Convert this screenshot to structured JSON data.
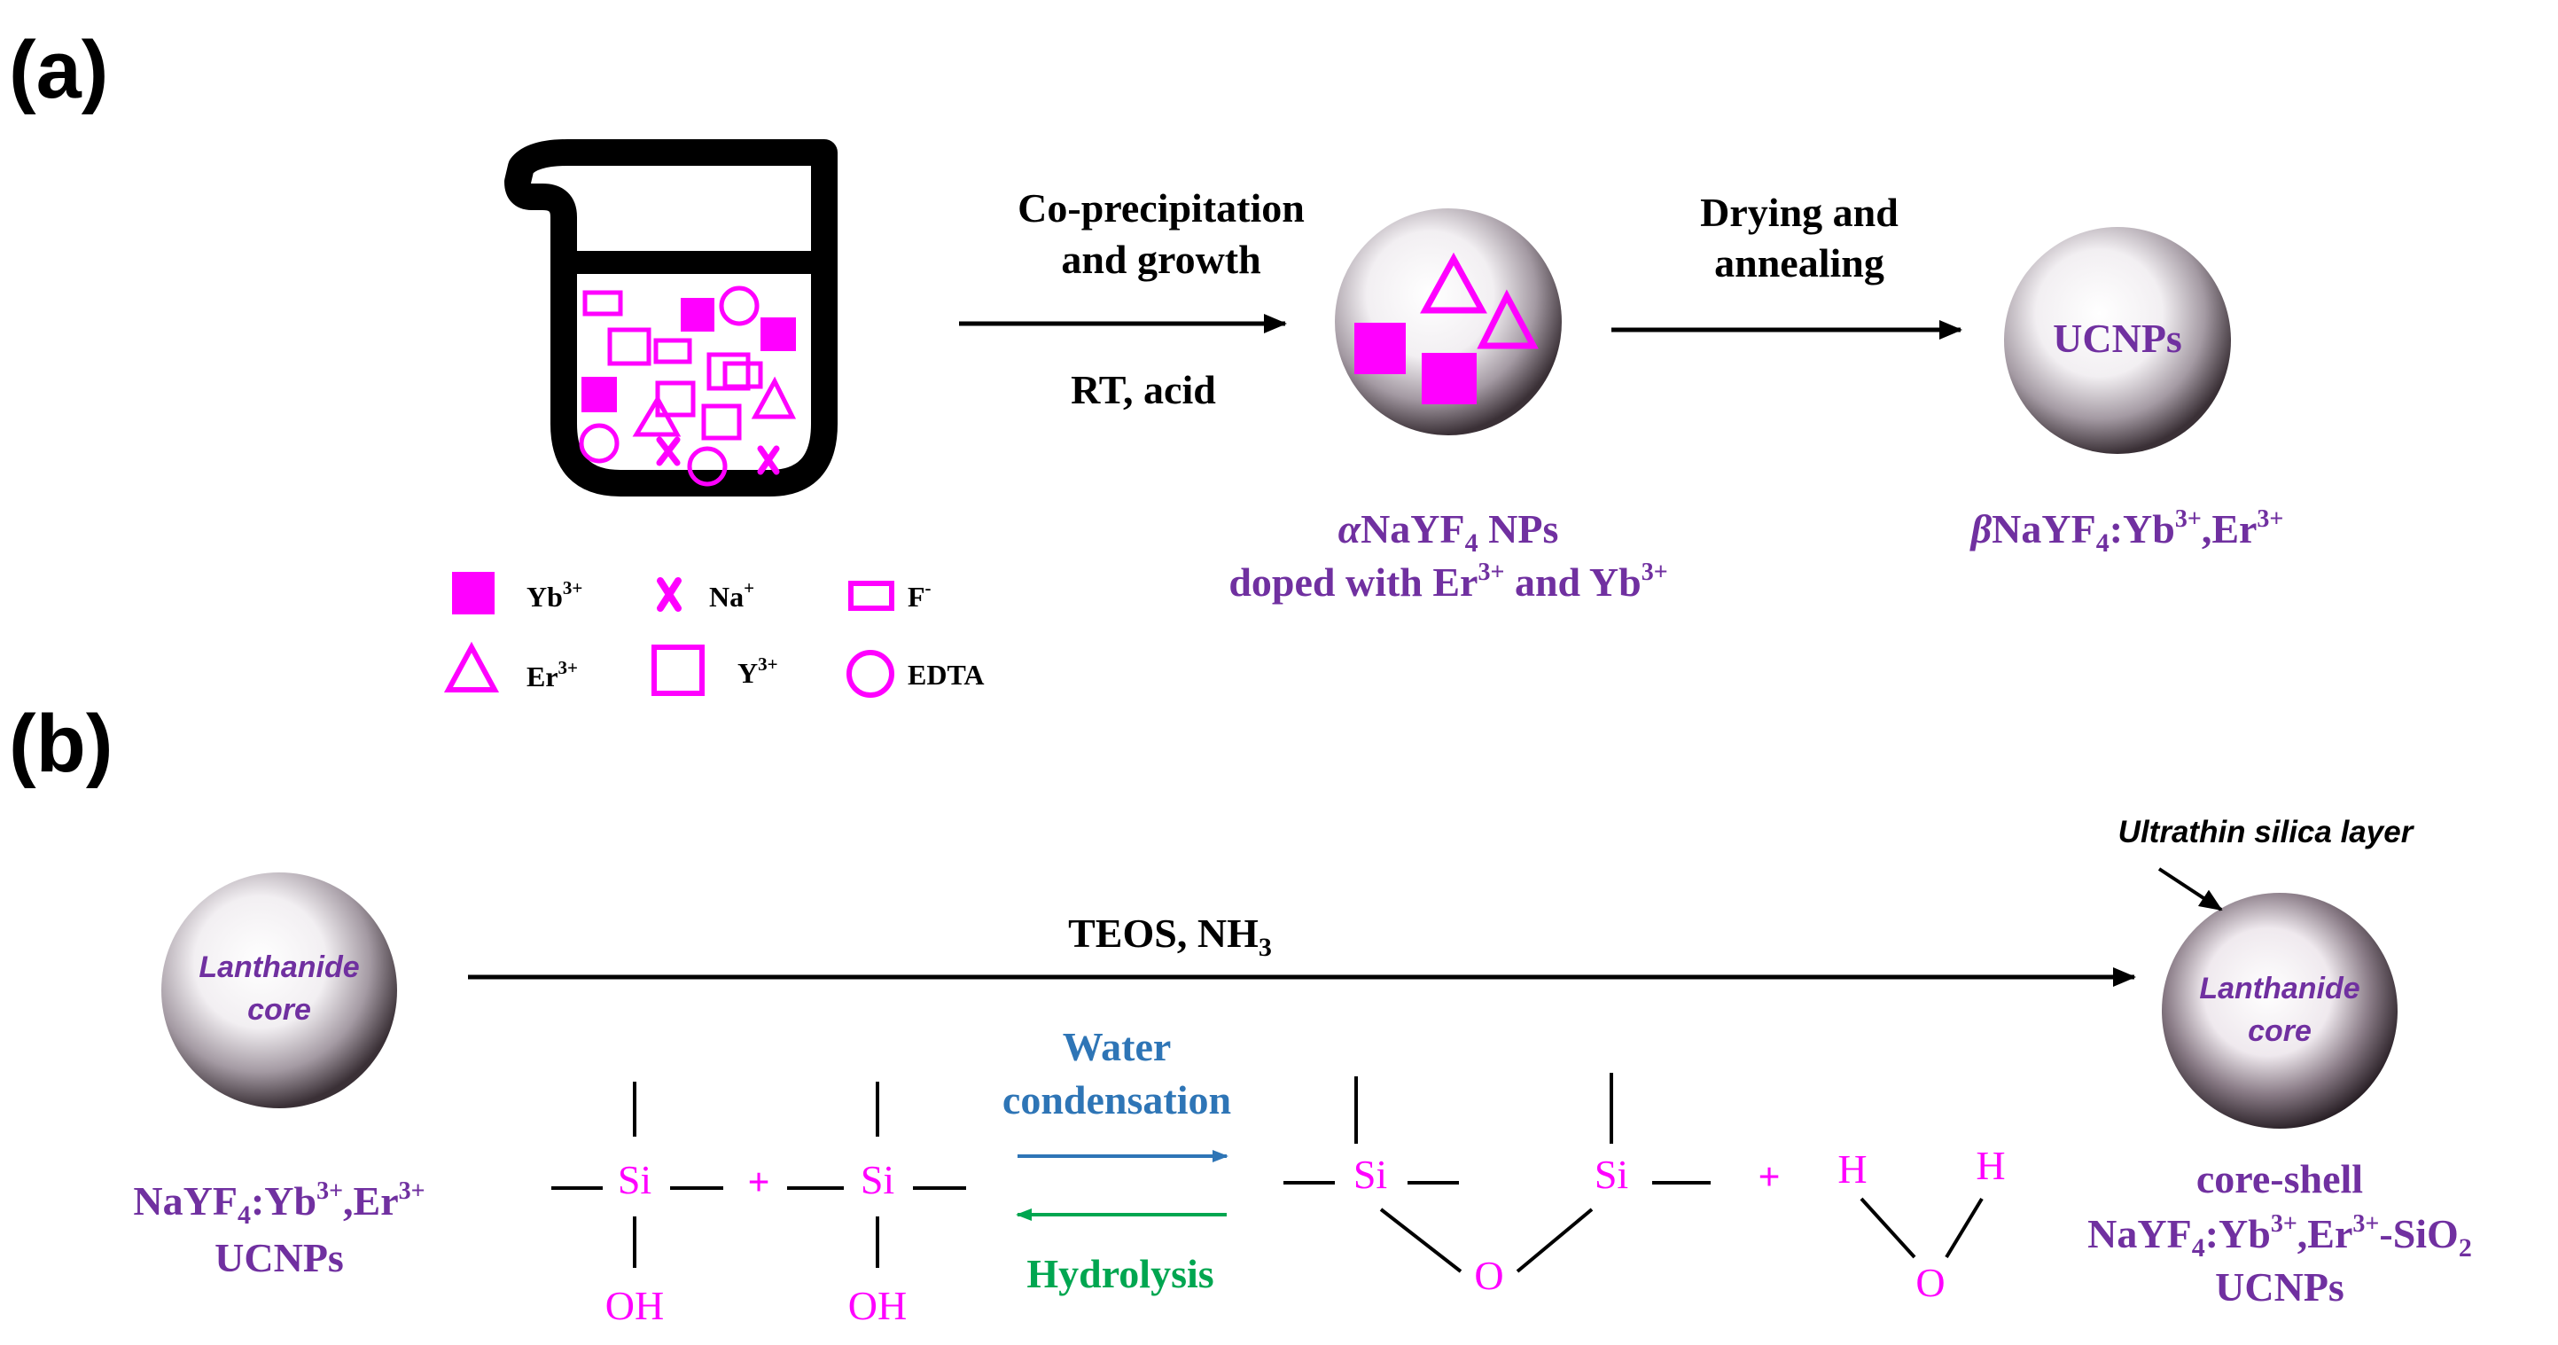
{
  "panels": {
    "a": "(a)",
    "b": "(b)"
  },
  "colors": {
    "magenta": "#FF00FF",
    "purple": "#7030A0",
    "blue": "#2E75B6",
    "green": "#00A650",
    "black": "#000000"
  },
  "panel_a": {
    "step1_line1": "Co-precipitation",
    "step1_line2": "and growth",
    "step1_cond": "RT, acid",
    "step2_line1": "Drying and",
    "step2_line2": "annealing",
    "ucnp_label": "UCNPs",
    "np_caption_l1_greek": "α",
    "np_caption_l1_rest": "NaYF",
    "np_caption_l1_sub": "4",
    "np_caption_l1_tail": " NPs",
    "np_caption_l2_a": "doped with Er",
    "np_caption_l2_sup1": "3+",
    "np_caption_l2_b": " and Yb",
    "np_caption_l2_sup2": "3+",
    "product_greek": "β",
    "product_rest": "NaYF",
    "product_sub": "4",
    "product_mid": ":Yb",
    "product_sup1": "3+",
    "product_mid2": ",Er",
    "product_sup2": "3+",
    "legend": {
      "yb": "Yb",
      "yb_sup": "3+",
      "na": "Na",
      "na_sup": "+",
      "f": "F",
      "f_sup": "-",
      "er": "Er",
      "er_sup": "3+",
      "y": "Y",
      "y_sup": "3+",
      "edta": "EDTA"
    }
  },
  "panel_b": {
    "core_l1": "Lanthanide",
    "core_l2": "core",
    "reagent_a": "TEOS, NH",
    "reagent_sub": "3",
    "silica_label": "Ultrathin silica layer",
    "left_caption_l1_a": "NaYF",
    "left_caption_l1_sub": "4",
    "left_caption_l1_b": ":Yb",
    "left_caption_l1_sup1": "3+",
    "left_caption_l1_c": ",Er",
    "left_caption_l1_sup2": "3+",
    "left_caption_l2": "UCNPs",
    "forward_l1": "Water",
    "forward_l2": "condensation",
    "reverse": "Hydrolysis",
    "right_caption_l1": "core-shell",
    "right_caption_l2_a": "NaYF",
    "right_caption_l2_sub1": "4",
    "right_caption_l2_b": ":Yb",
    "right_caption_l2_sup1": "3+",
    "right_caption_l2_c": ",Er",
    "right_caption_l2_sup2": "3+",
    "right_caption_l2_d": "-SiO",
    "right_caption_l2_sub2": "2",
    "right_caption_l3": "UCNPs",
    "chem": {
      "si": "Si",
      "oh": "OH",
      "o": "O",
      "h": "H",
      "plus": "+"
    }
  }
}
